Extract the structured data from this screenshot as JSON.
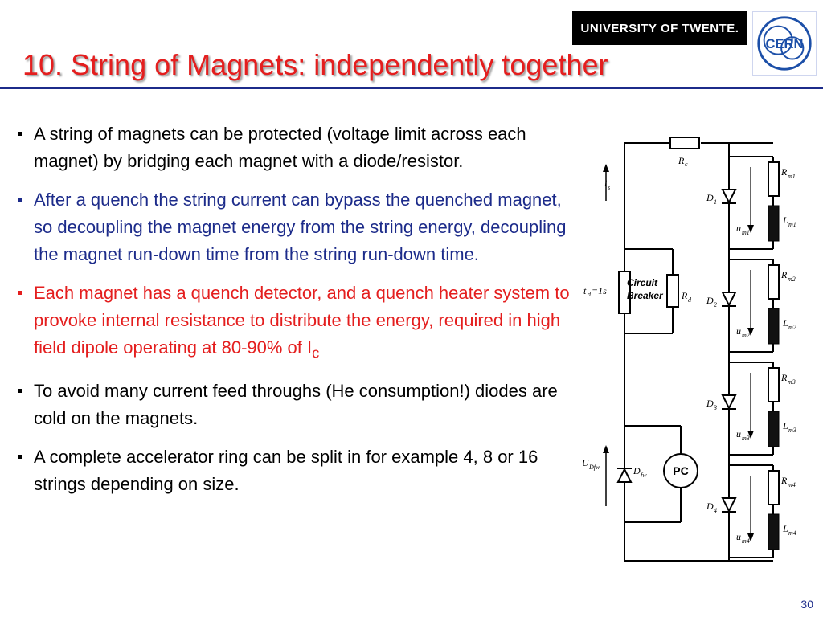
{
  "slide": {
    "title": "10. String of Magnets: independently together",
    "page_number": "30"
  },
  "logos": {
    "university": "UNIVERSITY OF TWENTE.",
    "cern": "CERN"
  },
  "bullets": [
    {
      "text": "A string of magnets can be protected (voltage limit across each magnet) by bridging each magnet with a diode/resistor.",
      "color": "#000000"
    },
    {
      "text": "After a quench the string current can bypass the quenched magnet, so decoupling the magnet energy from the string energy, decoupling the magnet run-down time from the string run-down time.",
      "color": "#1c2b8a"
    },
    {
      "text": "Each magnet has a quench detector, and a quench heater system to provoke internal resistance to distribute the energy, required in high field dipole operating at 80-90% of I",
      "subscript": "c",
      "color": "#e41e1e"
    },
    {
      "text": "To avoid many current feed throughs (He consumption!) diodes are cold on the magnets.",
      "color": "#000000"
    },
    {
      "text": "A complete accelerator ring can be split in for example 4, 8 or 16 strings depending on size.",
      "color": "#000000"
    }
  ],
  "circuit": {
    "rc": "R",
    "rc_sub": "c",
    "is": "i",
    "is_sub": "s",
    "td": "t",
    "td_sub": "d",
    "td_val": "=1s",
    "breaker_line1": "Circuit",
    "breaker_line2": "Breaker",
    "rd": "R",
    "rd_sub": "d",
    "udfw": "U",
    "udfw_sub": "Dfw",
    "dfw": "D",
    "dfw_sub": "fw",
    "pc": "PC",
    "stages": [
      {
        "r": "R",
        "r_sub": "m1",
        "d": "D",
        "d_sub": "1",
        "u": "u",
        "u_sub": "m1",
        "l": "L",
        "l_sub": "m1"
      },
      {
        "r": "R",
        "r_sub": "m2",
        "d": "D",
        "d_sub": "2",
        "u": "u",
        "u_sub": "m2",
        "l": "L",
        "l_sub": "m2"
      },
      {
        "r": "R",
        "r_sub": "m3",
        "d": "D",
        "d_sub": "3",
        "u": "u",
        "u_sub": "m3",
        "l": "L",
        "l_sub": "m3"
      },
      {
        "r": "R",
        "r_sub": "m4",
        "d": "D",
        "d_sub": "4",
        "u": "u",
        "u_sub": "m4",
        "l": "L",
        "l_sub": "m4"
      }
    ]
  }
}
